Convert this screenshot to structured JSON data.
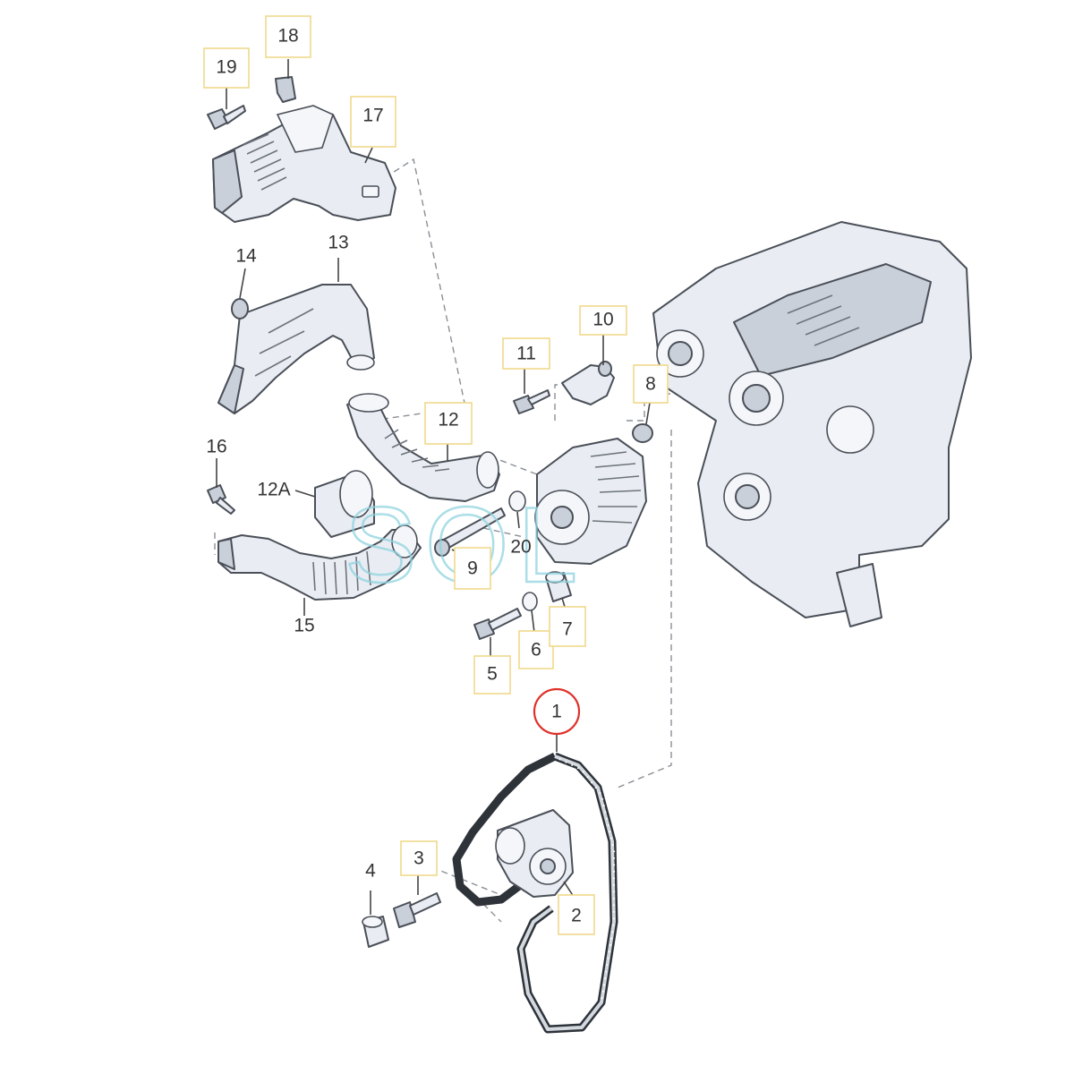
{
  "watermark": "SOL",
  "colors": {
    "highlight": "#e0312b",
    "label_border": "#f0d98c",
    "watermark": "#8fd3df",
    "line": "#4a4f58",
    "part_fill": "#e9edf3"
  },
  "callouts": {
    "c1": "1",
    "c2": "2",
    "c3": "3",
    "c4": "4",
    "c5": "5",
    "c6": "6",
    "c7": "7",
    "c8": "8",
    "c9": "9",
    "c10": "10",
    "c11": "11",
    "c12": "12",
    "c12a": "12A",
    "c13": "13",
    "c14": "14",
    "c15": "15",
    "c16": "16",
    "c17": "17",
    "c18": "18",
    "c19": "19",
    "c20": "20"
  },
  "highlighted_callout": "1"
}
